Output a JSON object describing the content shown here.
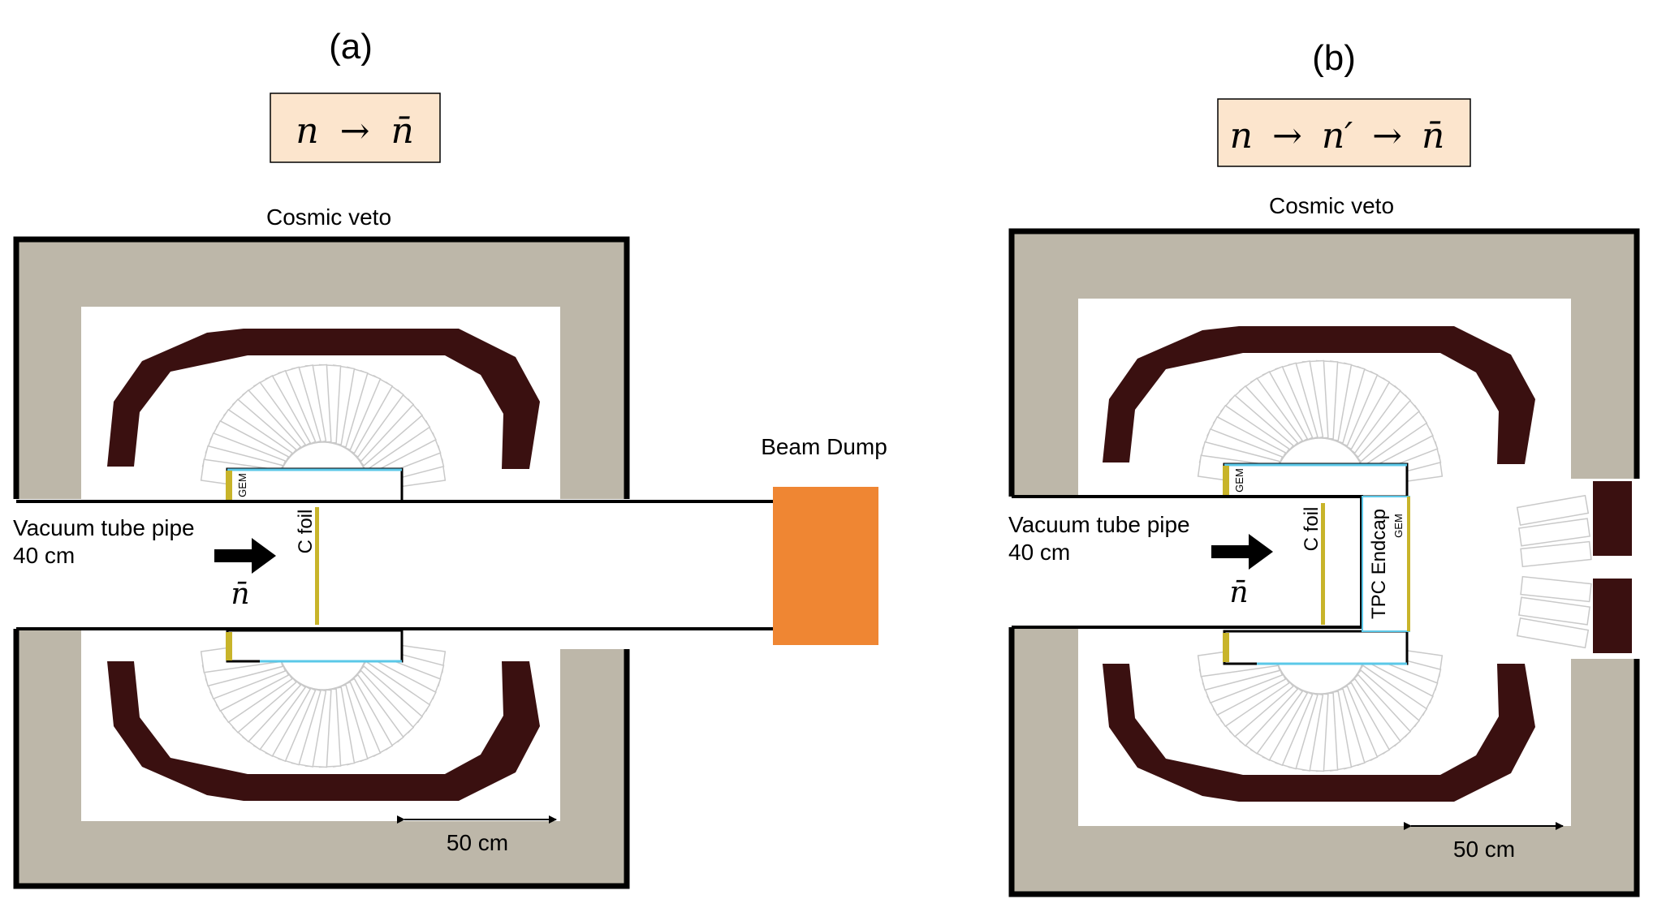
{
  "colors": {
    "veto_fill": "#bdb7a9",
    "veto_border": "#000000",
    "calorimeter": "#3a1010",
    "beam_dump": "#ef8633",
    "equation_box": "#fce5cd",
    "foil": "#c8b42a",
    "gem_line": "#5bc8e8",
    "scintillator_stroke": "#c9c9c9"
  },
  "panel_a": {
    "label": "(a)",
    "equation": {
      "lhs": "n",
      "arrow": "→",
      "rhs": "n̄"
    },
    "cosmic_veto": "Cosmic veto",
    "beam_dump": "Beam Dump",
    "vacuum_line1": "Vacuum tube pipe",
    "vacuum_line2": "40 cm",
    "antineutron": "n̄",
    "c_foil": "C foil",
    "gem_top": "GEM",
    "scale": "50 cm"
  },
  "panel_b": {
    "label": "(b)",
    "equation": {
      "p1": "n",
      "arrow1": "→",
      "p2": "n′",
      "arrow2": "→",
      "p3": "n̄"
    },
    "cosmic_veto": "Cosmic veto",
    "vacuum_line1": "Vacuum tube pipe",
    "vacuum_line2": "40 cm",
    "antineutron": "n̄",
    "c_foil": "C foil",
    "gem_top": "GEM",
    "tpc_endcap": "TPC Endcap",
    "gem_endcap": "GEM",
    "scale": "50 cm"
  }
}
